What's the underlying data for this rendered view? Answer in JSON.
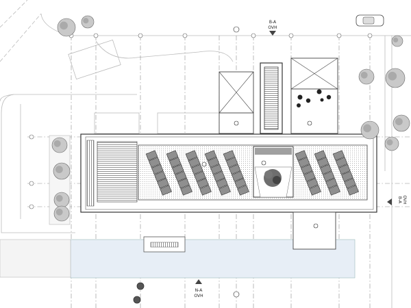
{
  "section_marks": {
    "top": {
      "label_a": "B-A",
      "label_b": "OVH"
    },
    "right": {
      "label_a": "B-A",
      "label_b": "OVH"
    },
    "bottom": {
      "label_a": "N-A",
      "label_b": "OVH"
    }
  },
  "colors": {
    "line": "#3a3a3a",
    "grid": "#9a9a9a",
    "hatch_fill": "#e9e9e9",
    "panel_fill": "#8f8f8f",
    "water": "#e6eef6",
    "tree": "#b9b9b9"
  },
  "icons": [
    "tree-icon",
    "car-icon",
    "palm-icon",
    "section-marker-icon",
    "stair-icon",
    "solar-panel-icon"
  ]
}
